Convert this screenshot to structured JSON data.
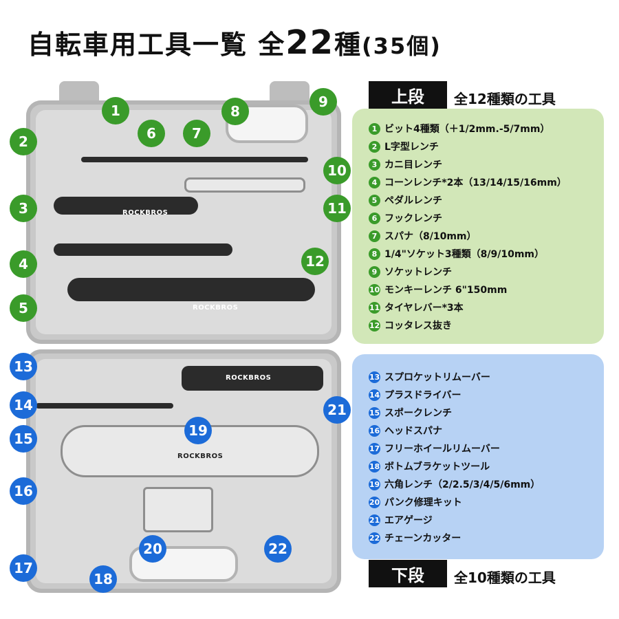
{
  "title": {
    "main": "自転車用工具一覧 全",
    "count": "22",
    "unit": "種",
    "paren": "(35個)"
  },
  "upper": {
    "label": "上段",
    "sub": "全12種類の工具",
    "items": [
      {
        "n": "1",
        "text": "ビット4種類（＋1/2mm.-5/7mm）"
      },
      {
        "n": "2",
        "text": "L字型レンチ"
      },
      {
        "n": "3",
        "text": "カニ目レンチ"
      },
      {
        "n": "4",
        "text": "コーンレンチ*2本（13/14/15/16mm）"
      },
      {
        "n": "5",
        "text": "ペダルレンチ"
      },
      {
        "n": "6",
        "text": "フックレンチ"
      },
      {
        "n": "7",
        "text": "スパナ（8/10mm）"
      },
      {
        "n": "8",
        "text": "1/4\"ソケット3種類（8/9/10mm）"
      },
      {
        "n": "9",
        "text": "ソケットレンチ"
      },
      {
        "n": "10",
        "text": "モンキーレンチ 6\"150mm"
      },
      {
        "n": "11",
        "text": "タイヤレバー*3本"
      },
      {
        "n": "12",
        "text": "コッタレス抜き"
      }
    ]
  },
  "lower": {
    "label": "下段",
    "sub": "全10種類の工具",
    "items": [
      {
        "n": "13",
        "text": "スプロケットリムーバー"
      },
      {
        "n": "14",
        "text": "プラスドライバー"
      },
      {
        "n": "15",
        "text": "スポークレンチ"
      },
      {
        "n": "16",
        "text": "ヘッドスパナ"
      },
      {
        "n": "17",
        "text": "フリーホイールリムーバー"
      },
      {
        "n": "18",
        "text": "ボトムブラケットツール"
      },
      {
        "n": "19",
        "text": "六角レンチ（2/2.5/3/4/5/6mm）"
      },
      {
        "n": "20",
        "text": "パンク修理キット"
      },
      {
        "n": "21",
        "text": "エアゲージ"
      },
      {
        "n": "22",
        "text": "チェーンカッター"
      }
    ]
  },
  "brand": "ROCKBROS",
  "colors": {
    "green": "#3a9b2a",
    "blue": "#1c6bd8",
    "panel_green": "#d2e7b8",
    "panel_blue": "#b7d2f4"
  }
}
